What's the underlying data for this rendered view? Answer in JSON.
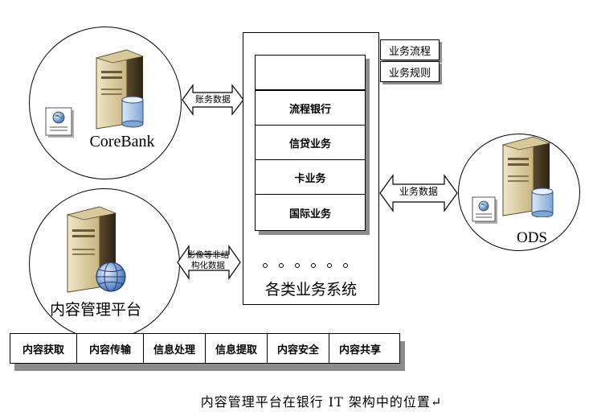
{
  "servers": {
    "corebank": {
      "label": "CoreBank"
    },
    "content_platform": {
      "label": "内容管理平台"
    },
    "ods": {
      "label": "ODS"
    }
  },
  "arrows": {
    "corebank_link": "账务数据",
    "content_link": "影像等非结构化数据",
    "ods_link": "业务数据"
  },
  "business_system": {
    "title": "各类业务系统",
    "modules": [
      "",
      "流程银行",
      "信贷业务",
      "卡业务",
      "国际业务"
    ],
    "side_tags": [
      "业务流程",
      "业务规则"
    ]
  },
  "platform_functions": [
    "内容获取",
    "内容传输",
    "信息处理",
    "信息提取",
    "内容安全",
    "内容共享"
  ],
  "caption": "内容管理平台在银行 IT 架构中的位置↵",
  "colors": {
    "server_body": "#d9c9a0",
    "server_dark": "#6b5a3a",
    "db_blue": "#aac8ec",
    "shadow": "#8c8c8c"
  }
}
